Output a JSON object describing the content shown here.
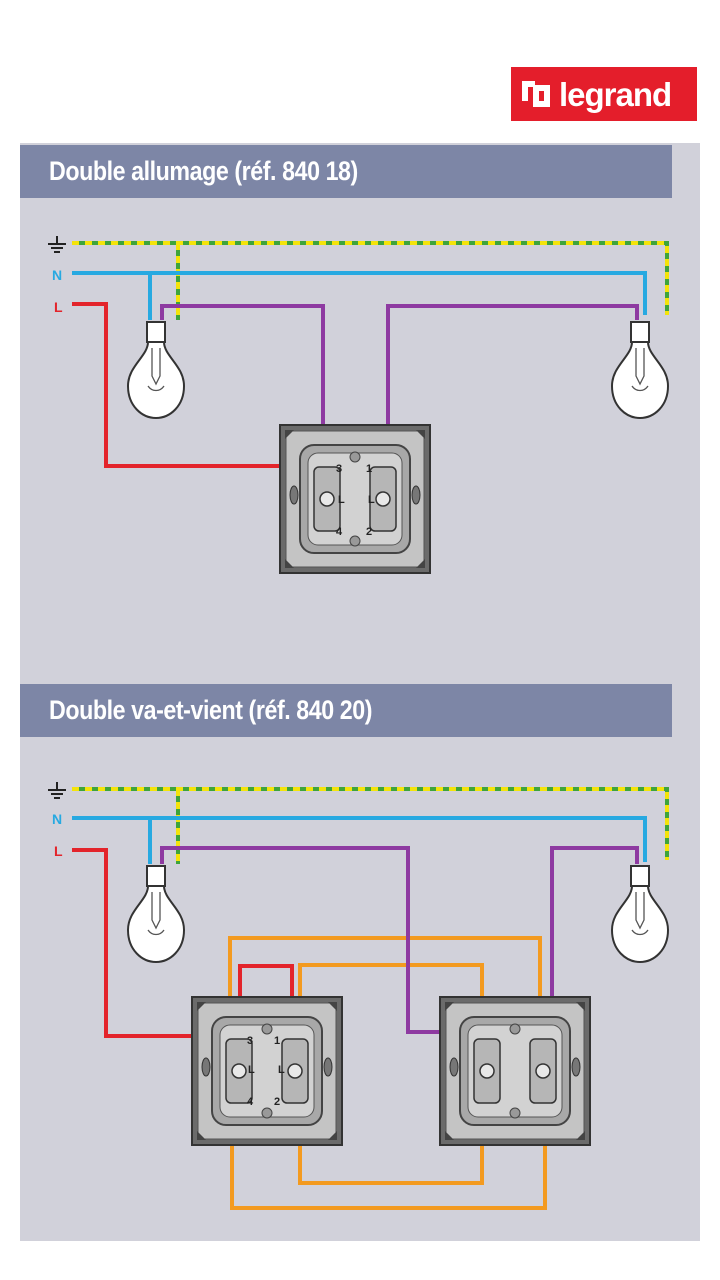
{
  "brand": {
    "name": "legrand",
    "color": "#e41e2b"
  },
  "sections": [
    {
      "title": "Double allumage (réf. 840 18)",
      "wire_labels": {
        "earth": "⏚",
        "neutral": "N",
        "live": "L"
      }
    },
    {
      "title": "Double va-et-vient (réf. 840 20)",
      "wire_labels": {
        "earth": "⏚",
        "neutral": "N",
        "live": "L"
      }
    }
  ],
  "switch_terminals": {
    "t3": "3",
    "t1": "1",
    "t4": "4",
    "t2": "2",
    "l_left": "L",
    "l_right": "L"
  },
  "wire_colors": {
    "live": "#e3242b",
    "neutral": "#27a9e1",
    "earth_a": "#f4e30a",
    "earth_b": "#3ea43b",
    "return": "#8e3aa1",
    "traveller": "#f39a1f"
  }
}
